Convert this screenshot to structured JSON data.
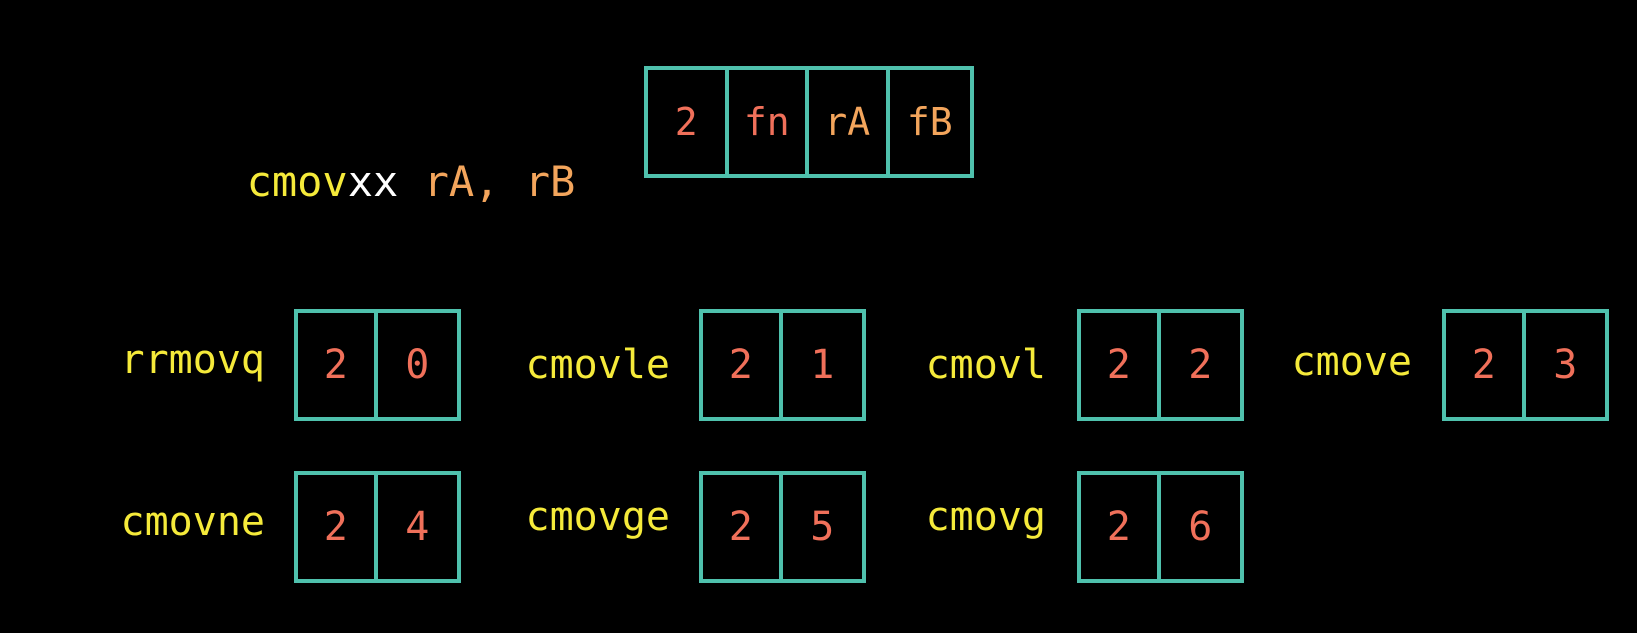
{
  "header": {
    "segments": [
      {
        "text": "cmov",
        "color": "#f5ea3a"
      },
      {
        "text": "xx ",
        "color": "#ffffff"
      },
      {
        "text": "rA, rB",
        "color": "#f3a55c"
      }
    ]
  },
  "encoding": [
    {
      "text": "2",
      "color": "#f0705a"
    },
    {
      "text": "fn",
      "color": "#f0705a"
    },
    {
      "text": "rA",
      "color": "#f3a55c"
    },
    {
      "text": "fB",
      "color": "#f3a55c"
    }
  ],
  "instructions": [
    {
      "name": "rrmovq",
      "code": "2",
      "fn": "0"
    },
    {
      "name": "cmovle",
      "code": "2",
      "fn": "1"
    },
    {
      "name": "cmovl",
      "code": "2",
      "fn": "2"
    },
    {
      "name": "cmove",
      "code": "2",
      "fn": "3"
    },
    {
      "name": "cmovne",
      "code": "2",
      "fn": "4"
    },
    {
      "name": "cmovge",
      "code": "2",
      "fn": "5"
    },
    {
      "name": "cmovg",
      "code": "2",
      "fn": "6"
    }
  ],
  "colors": {
    "border": "#4fc1ad",
    "mnemonic": "#f5ea3a",
    "value": "#f0705a",
    "register": "#f3a55c"
  }
}
